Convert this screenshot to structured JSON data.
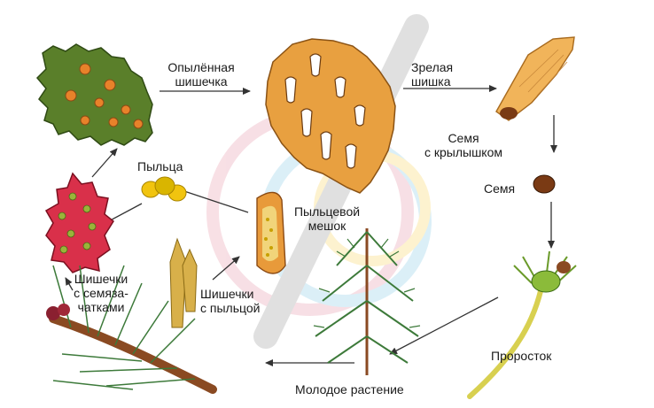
{
  "labels": {
    "pollinated_cone": [
      "Опылённая",
      "шишечка"
    ],
    "mature_cone": [
      "Зрелая",
      "шишка"
    ],
    "winged_seed": [
      "Семя",
      "с крылышком"
    ],
    "seed": "Семя",
    "pollen": "Пыльца",
    "pollen_sac": [
      "Пыльцевой",
      "мешок"
    ],
    "seedling": "Проросток",
    "young_plant": "Молодое растение",
    "seed_cones": [
      "Шишечки",
      "с семяза-",
      "чатками"
    ],
    "pollen_cones": [
      "Шишечки",
      "с пыльцой"
    ]
  },
  "colors": {
    "arrow": "#333333",
    "green_cone": "#5a7f2a",
    "orange_dot": "#e8822a",
    "red_cone": "#d9304a",
    "mature_cone": "#e8a040",
    "seed_wing": "#f1b45a",
    "seed": "#7a3a14",
    "pollen": "#f1c40f",
    "needle": "#3d7a3a",
    "stem": "#8a4a22",
    "watermark": "#c8c8c8"
  }
}
